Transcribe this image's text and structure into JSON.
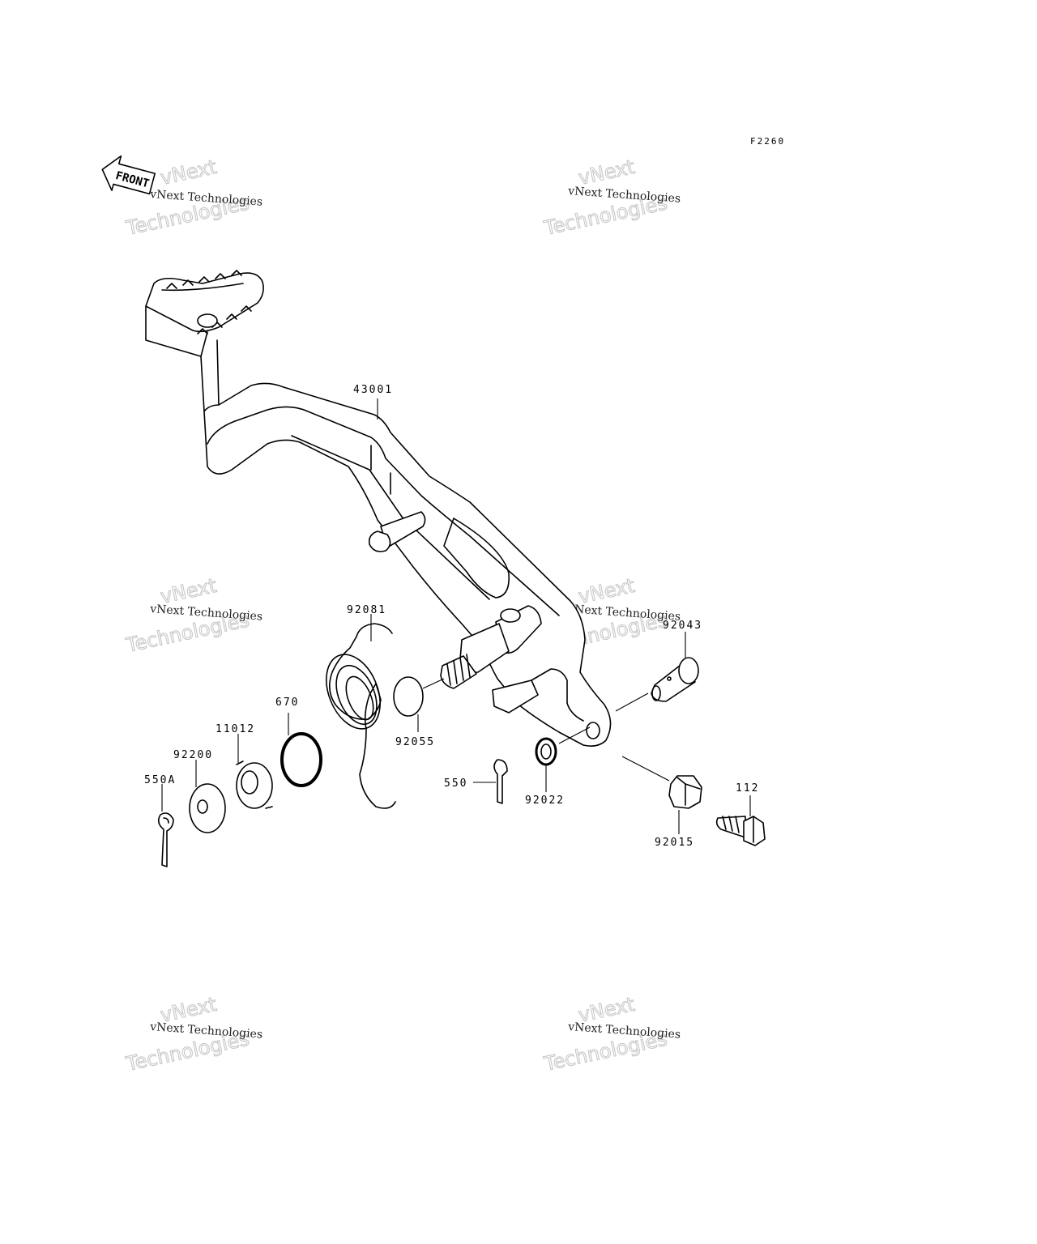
{
  "figure": {
    "code": "F2260"
  },
  "front_badge": {
    "label": "FRONT"
  },
  "watermark": {
    "line1": "vNext Technologies",
    "line2": "vNext",
    "line3": "Technologies"
  },
  "parts": {
    "p43001": "43001",
    "p92081": "92081",
    "p92043": "92043",
    "p670": "670",
    "p11012": "11012",
    "p92200": "92200",
    "p550A": "550A",
    "p92055": "92055",
    "p550": "550",
    "p92022": "92022",
    "p112": "112",
    "p92015": "92015"
  },
  "colors": {
    "line": "#000000",
    "background": "#ffffff",
    "watermark": "#c8c8c8"
  }
}
